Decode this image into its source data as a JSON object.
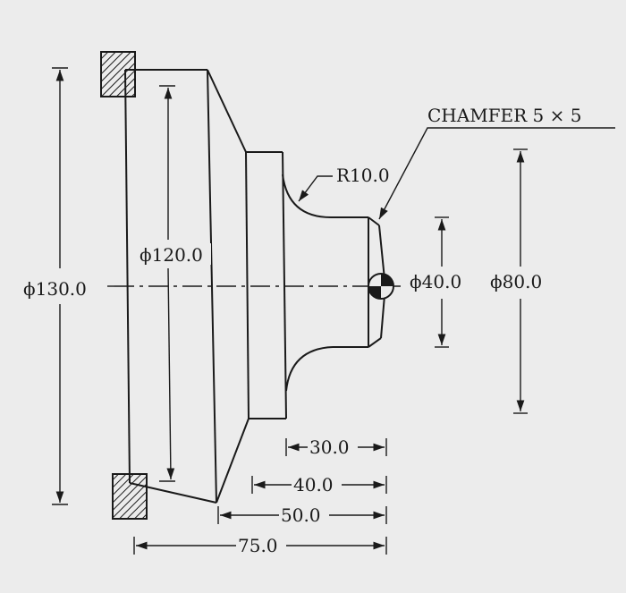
{
  "labels": {
    "chamfer": "CHAMFER 5 × 5",
    "radius": "R10.0",
    "dia_130": "ϕ130.0",
    "dia_120": "ϕ120.0",
    "dia_40": "ϕ40.0",
    "dia_80": "ϕ80.0",
    "len_30": "30.0",
    "len_40": "40.0",
    "len_50": "50.0",
    "len_75": "75.0"
  },
  "colors": {
    "background": "#ececec",
    "ink": "#1a1a1a"
  }
}
